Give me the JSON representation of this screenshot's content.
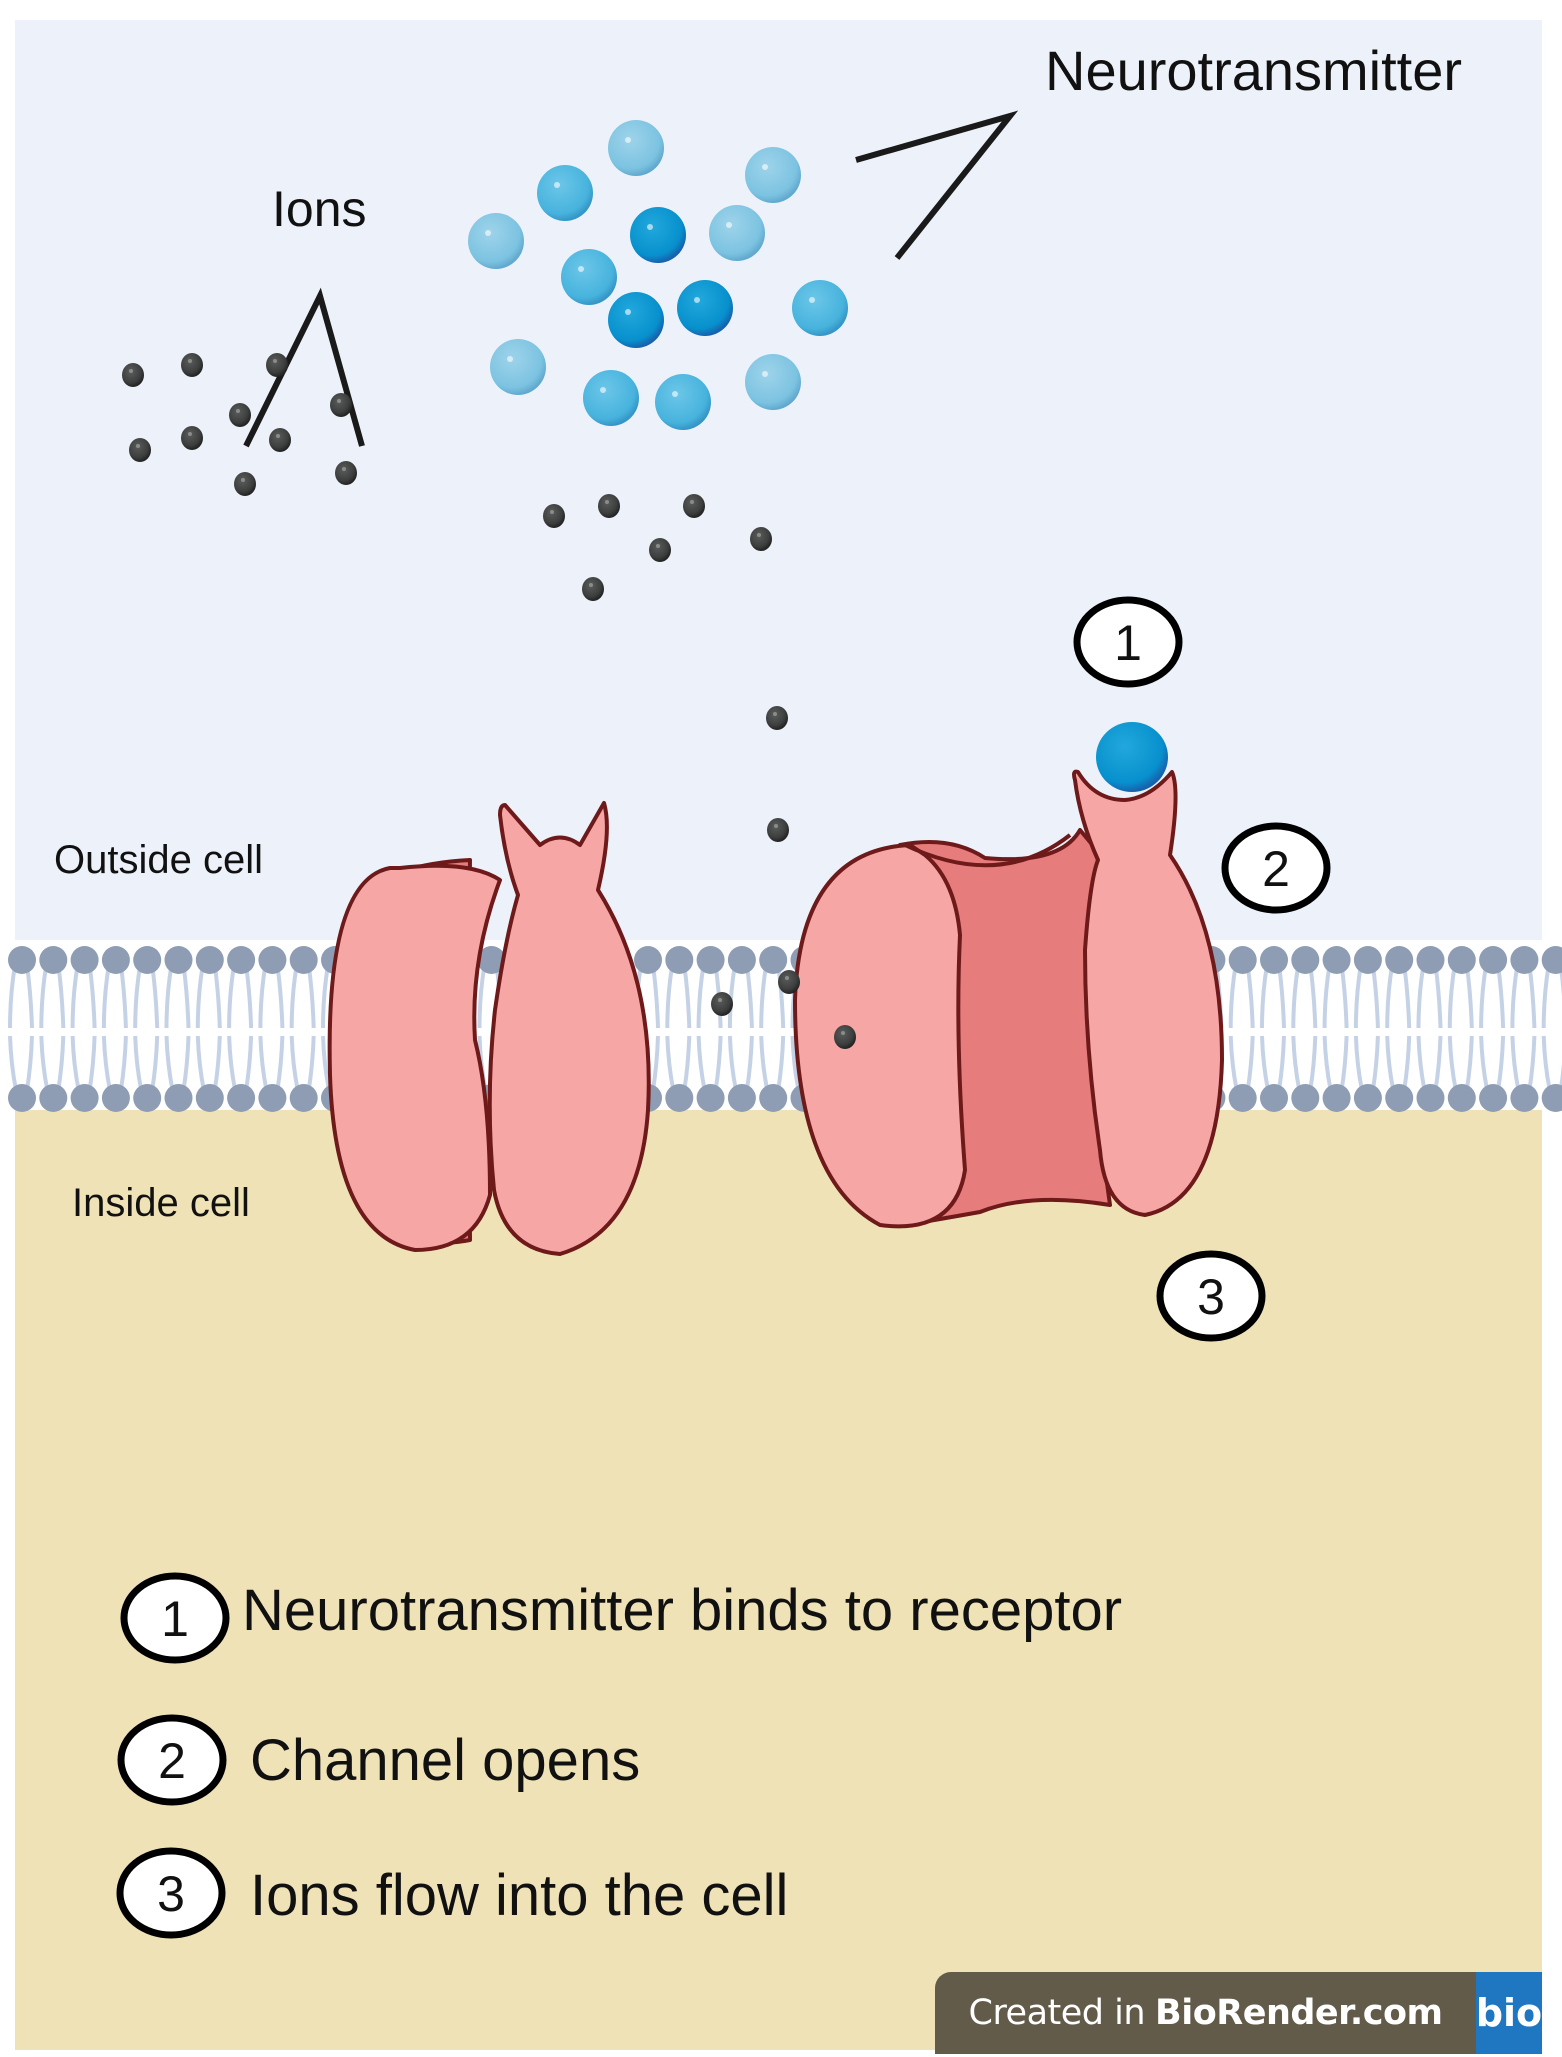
{
  "labels": {
    "neurotransmitter": "Neurotransmitter",
    "ions": "Ions",
    "outside_cell": "Outside cell",
    "inside_cell": "Inside cell"
  },
  "step_markers": [
    {
      "number": "1"
    },
    {
      "number": "2"
    },
    {
      "number": "3"
    }
  ],
  "legend": [
    {
      "number": "1",
      "text": "Neurotransmitter binds to receptor"
    },
    {
      "number": "2",
      "text": "Channel opens"
    },
    {
      "number": "3",
      "text": "Ions flow into the cell"
    }
  ],
  "badge": {
    "prefix": "Created in",
    "brand": "BioRender.com",
    "logo": "bio"
  },
  "colors": {
    "extracellular": "#edf2fa",
    "intracellular": "#f0e2b7",
    "lipid_head": "#8e9db3",
    "lipid_tail": "#c5d2e6",
    "channel_light": "#f7a6a6",
    "channel_dark": "#e77c7c",
    "channel_outline": "#6e1a1a",
    "ion": "#3d3f3e",
    "nt_light": "#7dc4e2",
    "nt_mid": "#4bb5de",
    "nt_dark": "#0a8fcc"
  }
}
